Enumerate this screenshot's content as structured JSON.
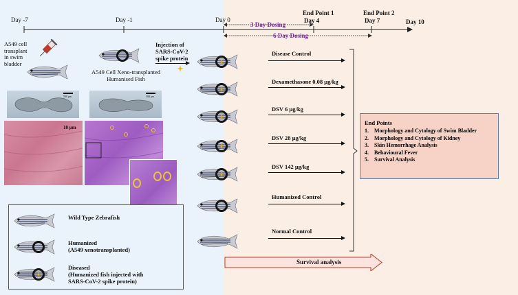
{
  "timeline": {
    "days": [
      "Day -7",
      "Day -1",
      "Day 0",
      "Day 4",
      "Day 7",
      "Day 10"
    ],
    "endpoint1": "End Point 1",
    "endpoint2": "End Point 2",
    "dosing3": "3 Day Dosing",
    "dosing6": "6 Day Dosing"
  },
  "left": {
    "transplant_label": [
      "A549 cell",
      "transplant",
      "in swim",
      "bladder"
    ],
    "xeno_label": [
      "A549 Cell Xeno-transplanted",
      "Humanised  Fish"
    ],
    "injection_label": [
      "Injection of",
      "SARS-CoV-2",
      "spike protein"
    ],
    "scale_left": "500 µm",
    "scale_right": "500 µm",
    "micro_scale": "10 µm"
  },
  "treatments": [
    "Disease Control",
    "Dexamethasone 0.08 µg/kg",
    "DSV 6 µg/kg",
    "DSV 28 µg/kg",
    "DSV 142 µg/kg",
    "Humanized Control",
    "Normal Control"
  ],
  "endpoints": {
    "title": "End Points",
    "items": [
      {
        "n": "1.",
        "text": "Morphology and Cytology of Swim Bladder"
      },
      {
        "n": "2.",
        "text": "Morphology and Cytology of Kidney"
      },
      {
        "n": "3.",
        "text": "Skin Hemorrhage Analysis"
      },
      {
        "n": "4.",
        "text": "Behavioural Fever"
      },
      {
        "n": "5.",
        "text": "Survival Analysis"
      }
    ]
  },
  "legend": {
    "wild": "Wild Type Zebrafish",
    "humanized": "Humanized",
    "humanized_sub": "(A549 xenotransplanted)",
    "diseased": "Diseased",
    "diseased_sub1": "(Humanized fish injected with",
    "diseased_sub2": "SARS-CoV-2 spike protein)"
  },
  "survival": "Survival analysis",
  "colors": {
    "left_bg": "#eaf2fb",
    "right_bg": "#fbeee4",
    "dosing_text": "#7a2ca0",
    "endpoint_box": "#f6d3c6",
    "survival_arrow": "#c0392b"
  }
}
